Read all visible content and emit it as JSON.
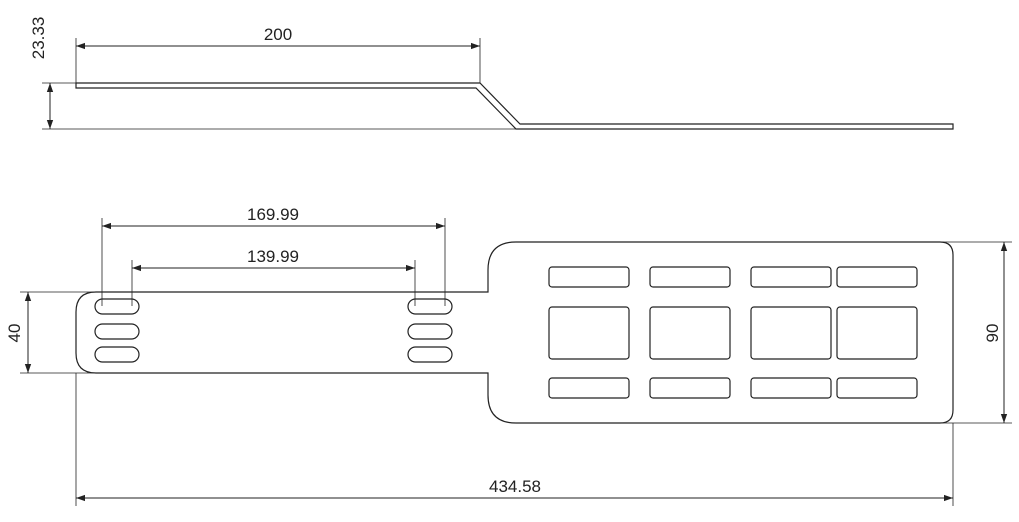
{
  "dimensions": {
    "side_width": "200",
    "side_height": "23.33",
    "slot_span_outer": "169.99",
    "slot_span_inner": "139.99",
    "handle_height": "40",
    "plate_height": "90",
    "overall_length": "434.58"
  }
}
